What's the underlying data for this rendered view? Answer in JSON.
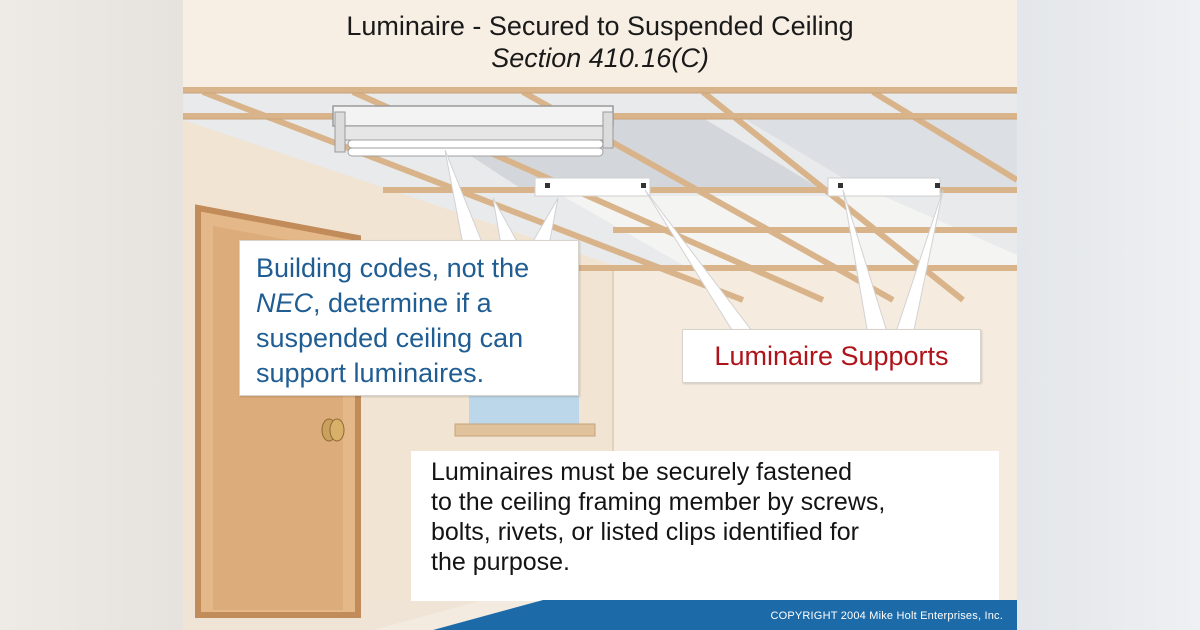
{
  "title": "Luminaire - Secured to Suspended Ceiling",
  "subtitle": "Section 410.16(C)",
  "callouts": {
    "building_codes": {
      "line1": "Building codes, not the",
      "emph": "NEC",
      "line2_rest": ", determine if a",
      "line3": "suspended ceiling can",
      "line4": "support luminaires."
    },
    "supports": "Luminaire Supports",
    "rule": {
      "line1": "Luminaires must be securely fastened",
      "line2": "to the ceiling framing member by screws,",
      "line3": "bolts, rivets, or listed clips identified for",
      "line4": "the purpose."
    }
  },
  "copyright": "COPYRIGHT 2004  Mike Holt Enterprises, Inc.",
  "colors": {
    "blue_text": "#1f5d93",
    "red_text": "#b0121a",
    "ceiling_grid": "#d9b48a",
    "banner_blue": "#1c6aa8"
  }
}
